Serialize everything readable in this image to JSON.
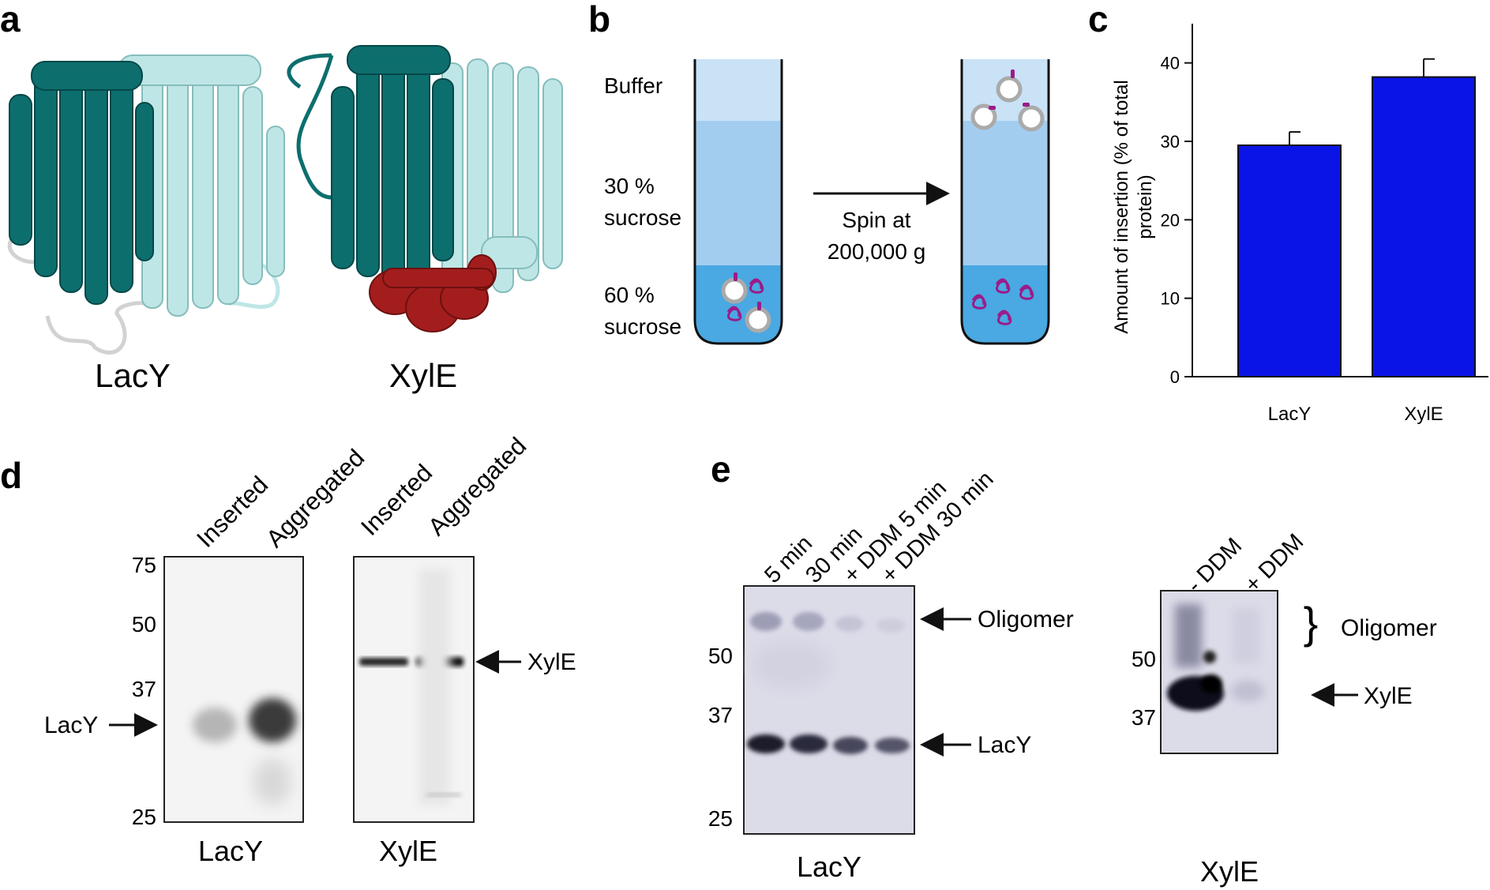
{
  "colors": {
    "teal": "#0d6e6e",
    "pale_cyan": "#bfe6e6",
    "dark_red": "#a31d1d",
    "bar_blue": "#0a14e6",
    "buffer": "#c9e2f6",
    "sucrose30": "#a3cdef",
    "sucrose60": "#4aa8e2",
    "protein_magenta": "#9b1b8a",
    "blot_bg_d": "#f2f2f2",
    "blot_bg_e": "#dcdce9"
  },
  "panel_a": {
    "letter": "a",
    "labels": [
      "LacY",
      "XylE"
    ]
  },
  "panel_b": {
    "letter": "b",
    "layers": [
      "Buffer",
      "30 %",
      "sucrose",
      "60 %",
      "sucrose"
    ],
    "arrow_label_1": "Spin at",
    "arrow_label_2": "200,000 g"
  },
  "panel_c": {
    "letter": "c",
    "ylabel_1": "Amount of insertion (% of total",
    "ylabel_2": "protein)"
  },
  "chart_data": {
    "type": "bar",
    "categories": [
      "LacY",
      "XylE"
    ],
    "values": [
      29.5,
      38.2
    ],
    "errors": [
      1.7,
      2.3
    ],
    "ylim": [
      0,
      45
    ],
    "yticks": [
      0,
      10,
      20,
      30,
      40
    ],
    "ylabel": "Amount of insertion (% of total protein)",
    "xlabel": "",
    "title": "",
    "grid": false,
    "bar_color": "#0a14e6"
  },
  "panel_d": {
    "letter": "d",
    "lanes": [
      "Inserted",
      "Aggregated",
      "Inserted",
      "Aggregated"
    ],
    "markers": [
      "75",
      "50",
      "37",
      "25"
    ],
    "arrow_lacy": "LacY",
    "arrow_xyle": "XylE",
    "blot_labels": [
      "LacY",
      "XylE"
    ]
  },
  "panel_e": {
    "letter": "e",
    "lanes_lacy": [
      "5 min",
      "30 min",
      "+ DDM 5 min",
      "+ DDM 30 min"
    ],
    "markers_lacy": [
      "50",
      "37",
      "25"
    ],
    "oligomer": "Oligomer",
    "lacy": "LacY",
    "lanes_xyle": [
      "- DDM",
      "+ DDM"
    ],
    "markers_xyle": [
      "50",
      "37"
    ],
    "oligomer_xyle": "Oligomer",
    "xyle": "XylE",
    "blot_labels": [
      "LacY",
      "XylE"
    ]
  }
}
